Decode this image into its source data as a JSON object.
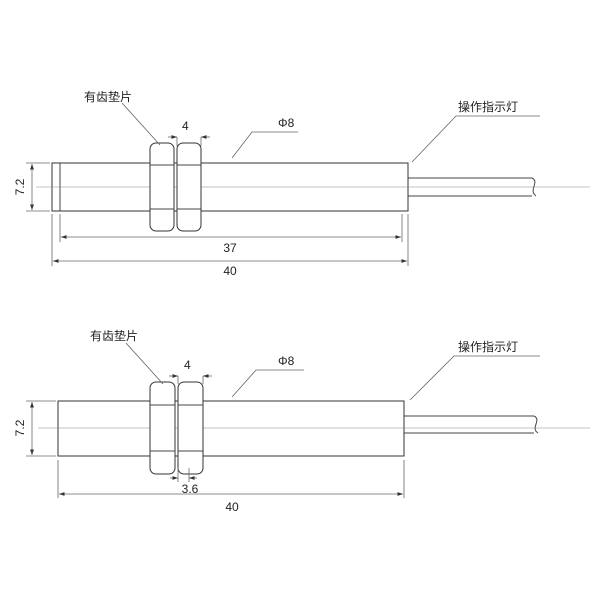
{
  "diagrams": [
    {
      "washer_label": "有齿垫片",
      "thread_dim": "4",
      "diameter_label": "Φ8",
      "indicator_label": "操作指示灯",
      "height_dim": "7.2",
      "length_dims": [
        "37",
        "40"
      ]
    },
    {
      "washer_label": "有齿垫片",
      "thread_dim": "4",
      "diameter_label": "Φ8",
      "indicator_label": "操作指示灯",
      "height_dim": "7.2",
      "nut_dim": "3.6",
      "length_dims": [
        "40"
      ]
    }
  ],
  "colors": {
    "stroke": "#333333",
    "text": "#222222",
    "background": "#ffffff"
  }
}
